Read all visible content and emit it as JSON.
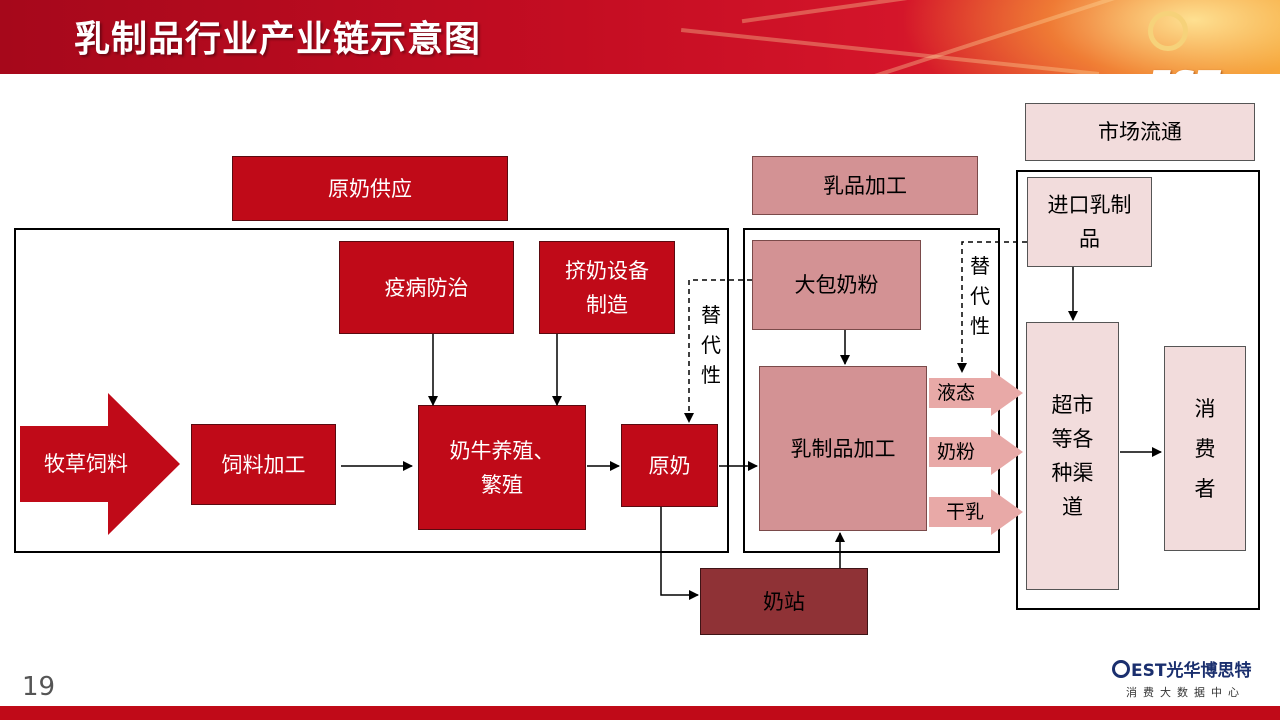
{
  "header": {
    "title": "乳制品行业产业链示意图",
    "logo_text": "EST"
  },
  "sections": {
    "supply": "原奶供应",
    "processing": "乳品加工",
    "distribution": "市场流通"
  },
  "nodes": {
    "forage": "牧草饲料",
    "feed_processing": "饲料加工",
    "disease_control": "疫病防治",
    "milking_equipment": "挤奶设备制造",
    "cow_breeding": "奶牛养殖、繁殖",
    "raw_milk": "原奶",
    "milk_station": "奶站",
    "bulk_milk_powder": "大包奶粉",
    "dairy_processing": "乳制品加工",
    "imported_dairy": "进口乳制品",
    "channels": "超市等各种渠道",
    "consumers": "消费者"
  },
  "labels": {
    "substitute_left": "替代性",
    "substitute_right": "替代性"
  },
  "products": [
    "液态",
    "奶粉",
    "干乳"
  ],
  "footer": {
    "page_number": "19",
    "brand_logo": "EST",
    "brand_name": "光华博思特",
    "brand_sub": "消费大数据中心"
  },
  "colors": {
    "brand_red": "#c00a18",
    "pink": "#d39294",
    "light_pink": "#f2dcdc",
    "dark_red": "#8f3236"
  }
}
